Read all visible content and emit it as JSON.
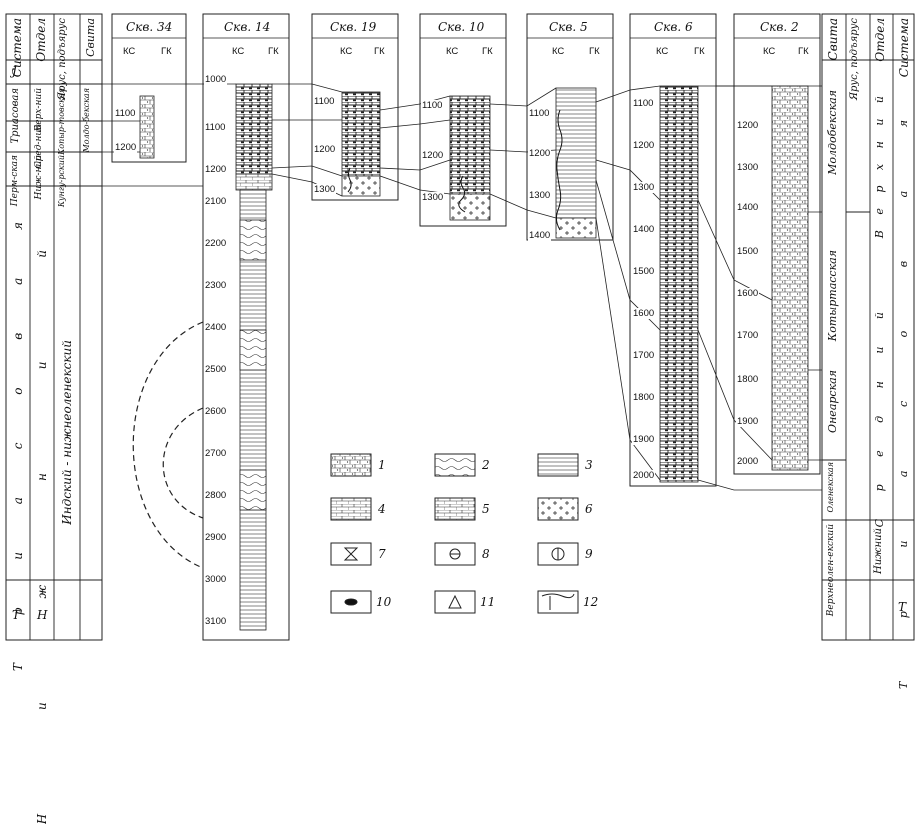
{
  "columns_left": {
    "system": "Система",
    "division": "Отдел",
    "stage": "Ярус, подъярус",
    "suite": "Свита",
    "rows": {
      "J": "J",
      "triassic_top": "Триасовая",
      "upper": "Верх-ний",
      "middle": "Сред-ний",
      "kopyr": "Копыр-товская",
      "mold": "Молдо-бекская",
      "perm": "Перм-ская",
      "lower_p": "Ниж-ний",
      "kungur": "Кунгу-рский"
    },
    "big_system": "Т р и а с о в а я",
    "big_division": "Н и ж н и й",
    "big_suite": "Индский - нижнеоленекский",
    "bottom_h": "Н",
    "bottom_t": "Т"
  },
  "wells": [
    {
      "id": "w34",
      "title": "Скв. 34",
      "kc": "КС",
      "gk": "ГК",
      "depths": [
        "1100",
        "1200"
      ]
    },
    {
      "id": "w14",
      "title": "Скв. 14",
      "kc": "КС",
      "gk": "ГК",
      "depths": [
        "1000",
        "1100",
        "1200",
        "2100",
        "2200",
        "2300",
        "2400",
        "2500",
        "2600",
        "2700",
        "2800",
        "2900",
        "3000",
        "3100"
      ]
    },
    {
      "id": "w19",
      "title": "Скв. 19",
      "kc": "КС",
      "gk": "ГК",
      "depths": [
        "1100",
        "1200",
        "1300"
      ]
    },
    {
      "id": "w10",
      "title": "Скв. 10",
      "kc": "КС",
      "gk": "ГК",
      "depths": [
        "1100",
        "1200",
        "1300"
      ]
    },
    {
      "id": "w5",
      "title": "Скв. 5",
      "kc": "КС",
      "gk": "ГК",
      "depths": [
        "1100",
        "1200",
        "1300",
        "1400"
      ]
    },
    {
      "id": "w6",
      "title": "Скв. 6",
      "kc": "КС",
      "gk": "ГК",
      "depths": [
        "1100",
        "1200",
        "1300",
        "1400",
        "1500",
        "1600",
        "1700",
        "1800",
        "1900",
        "2000"
      ]
    },
    {
      "id": "w2",
      "title": "Скв. 2",
      "kc": "КС",
      "gk": "ГК",
      "depths": [
        "1200",
        "1300",
        "1400",
        "1500",
        "1600",
        "1700",
        "1800",
        "1900",
        "2000"
      ]
    }
  ],
  "columns_right": {
    "suite": "Свита",
    "stage": "Ярус, подъярус",
    "division": "Отдел",
    "system": "Система",
    "mold": "Молдобекская",
    "kotyr": "Котыртасская",
    "onear": "Онеарская",
    "olen": "Оленекская",
    "upper": "В е р х н и й",
    "middle": "С р е д н и й",
    "system_big": "Т р и а с о в а я",
    "verh_olen": "Верхнеолен-екский",
    "lower": "Нижний",
    "t": "Т"
  },
  "legend": [
    {
      "num": "1",
      "icon": "dotted-limestone-icon"
    },
    {
      "num": "2",
      "icon": "wavy-clay-icon"
    },
    {
      "num": "3",
      "icon": "horizontal-lines-icon"
    },
    {
      "num": "4",
      "icon": "brick-icon"
    },
    {
      "num": "5",
      "icon": "dashed-brick-icon"
    },
    {
      "num": "6",
      "icon": "crosses-icon"
    },
    {
      "num": "7",
      "icon": "hourglass-icon"
    },
    {
      "num": "8",
      "icon": "circle-lines-icon"
    },
    {
      "num": "9",
      "icon": "shell-icon"
    },
    {
      "num": "10",
      "icon": "black-lens-icon"
    },
    {
      "num": "11",
      "icon": "triangle-fossil-icon"
    },
    {
      "num": "12",
      "icon": "crack-icon"
    }
  ]
}
